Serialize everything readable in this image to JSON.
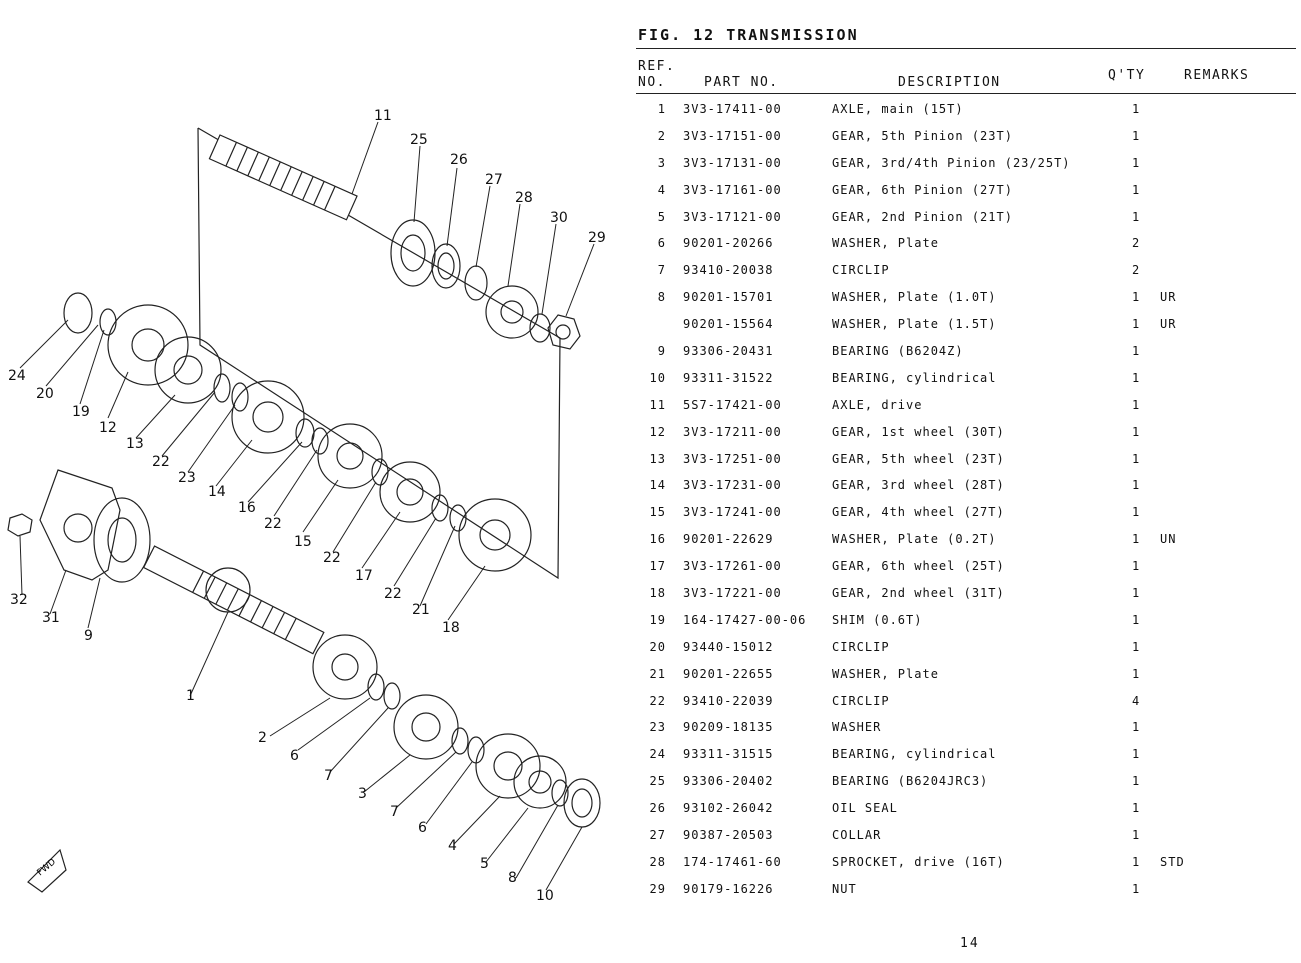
{
  "figure": {
    "title": "FIG. 12  TRANSMISSION",
    "header": {
      "ref_no": "REF.\nNO.",
      "part_no": "PART NO.",
      "description": "DESCRIPTION",
      "qty": "Q'TY",
      "remarks": "REMARKS"
    },
    "rows": [
      {
        "ref": "1",
        "part_no": "3V3-17411-00",
        "description": "AXLE, main (15T)",
        "qty": "1",
        "remarks": ""
      },
      {
        "ref": "2",
        "part_no": "3V3-17151-00",
        "description": "GEAR, 5th Pinion (23T)",
        "qty": "1",
        "remarks": ""
      },
      {
        "ref": "3",
        "part_no": "3V3-17131-00",
        "description": "GEAR, 3rd/4th Pinion (23/25T)",
        "qty": "1",
        "remarks": ""
      },
      {
        "ref": "4",
        "part_no": "3V3-17161-00",
        "description": "GEAR, 6th Pinion (27T)",
        "qty": "1",
        "remarks": ""
      },
      {
        "ref": "5",
        "part_no": "3V3-17121-00",
        "description": "GEAR, 2nd Pinion (21T)",
        "qty": "1",
        "remarks": ""
      },
      {
        "ref": "6",
        "part_no": "90201-20266",
        "description": "WASHER, Plate",
        "qty": "2",
        "remarks": ""
      },
      {
        "ref": "7",
        "part_no": "93410-20038",
        "description": "CIRCLIP",
        "qty": "2",
        "remarks": ""
      },
      {
        "ref": "8",
        "part_no": "90201-15701",
        "description": "WASHER, Plate (1.0T)",
        "qty": "1",
        "remarks": "UR"
      },
      {
        "ref": "",
        "part_no": "90201-15564",
        "description": "WASHER, Plate (1.5T)",
        "qty": "1",
        "remarks": "UR"
      },
      {
        "ref": "9",
        "part_no": "93306-20431",
        "description": "BEARING (B6204Z)",
        "qty": "1",
        "remarks": ""
      },
      {
        "ref": "10",
        "part_no": "93311-31522",
        "description": "BEARING, cylindrical",
        "qty": "1",
        "remarks": ""
      },
      {
        "ref": "11",
        "part_no": "5S7-17421-00",
        "description": "AXLE, drive",
        "qty": "1",
        "remarks": ""
      },
      {
        "ref": "12",
        "part_no": "3V3-17211-00",
        "description": "GEAR, 1st wheel (30T)",
        "qty": "1",
        "remarks": ""
      },
      {
        "ref": "13",
        "part_no": "3V3-17251-00",
        "description": "GEAR, 5th wheel (23T)",
        "qty": "1",
        "remarks": ""
      },
      {
        "ref": "14",
        "part_no": "3V3-17231-00",
        "description": "GEAR, 3rd wheel (28T)",
        "qty": "1",
        "remarks": ""
      },
      {
        "ref": "15",
        "part_no": "3V3-17241-00",
        "description": "GEAR, 4th wheel (27T)",
        "qty": "1",
        "remarks": ""
      },
      {
        "ref": "16",
        "part_no": "90201-22629",
        "description": "WASHER, Plate (0.2T)",
        "qty": "1",
        "remarks": "UN"
      },
      {
        "ref": "17",
        "part_no": "3V3-17261-00",
        "description": "GEAR, 6th wheel (25T)",
        "qty": "1",
        "remarks": ""
      },
      {
        "ref": "18",
        "part_no": "3V3-17221-00",
        "description": "GEAR, 2nd wheel (31T)",
        "qty": "1",
        "remarks": ""
      },
      {
        "ref": "19",
        "part_no": "164-17427-00-06",
        "description": "SHIM (0.6T)",
        "qty": "1",
        "remarks": ""
      },
      {
        "ref": "20",
        "part_no": "93440-15012",
        "description": "CIRCLIP",
        "qty": "1",
        "remarks": ""
      },
      {
        "ref": "21",
        "part_no": "90201-22655",
        "description": "WASHER, Plate",
        "qty": "1",
        "remarks": ""
      },
      {
        "ref": "22",
        "part_no": "93410-22039",
        "description": "CIRCLIP",
        "qty": "4",
        "remarks": ""
      },
      {
        "ref": "23",
        "part_no": "90209-18135",
        "description": "WASHER",
        "qty": "1",
        "remarks": ""
      },
      {
        "ref": "24",
        "part_no": "93311-31515",
        "description": "BEARING, cylindrical",
        "qty": "1",
        "remarks": ""
      },
      {
        "ref": "25",
        "part_no": "93306-20402",
        "description": "BEARING (B6204JRC3)",
        "qty": "1",
        "remarks": ""
      },
      {
        "ref": "26",
        "part_no": "93102-26042",
        "description": "OIL SEAL",
        "qty": "1",
        "remarks": ""
      },
      {
        "ref": "27",
        "part_no": "90387-20503",
        "description": "COLLAR",
        "qty": "1",
        "remarks": ""
      },
      {
        "ref": "28",
        "part_no": "174-17461-60",
        "description": "SPROCKET, drive (16T)",
        "qty": "1",
        "remarks": "STD"
      },
      {
        "ref": "29",
        "part_no": "90179-16226",
        "description": "NUT",
        "qty": "1",
        "remarks": ""
      }
    ]
  },
  "diagram": {
    "callouts": [
      "11",
      "25",
      "26",
      "27",
      "28",
      "30",
      "29",
      "24",
      "20",
      "19",
      "12",
      "13",
      "22",
      "23",
      "14",
      "16",
      "22",
      "15",
      "22",
      "17",
      "22",
      "21",
      "18",
      "32",
      "31",
      "9",
      "1",
      "2",
      "6",
      "7",
      "3",
      "7",
      "6",
      "4",
      "5",
      "8",
      "10"
    ],
    "fwd_label": "FWD"
  },
  "page_number": "14"
}
